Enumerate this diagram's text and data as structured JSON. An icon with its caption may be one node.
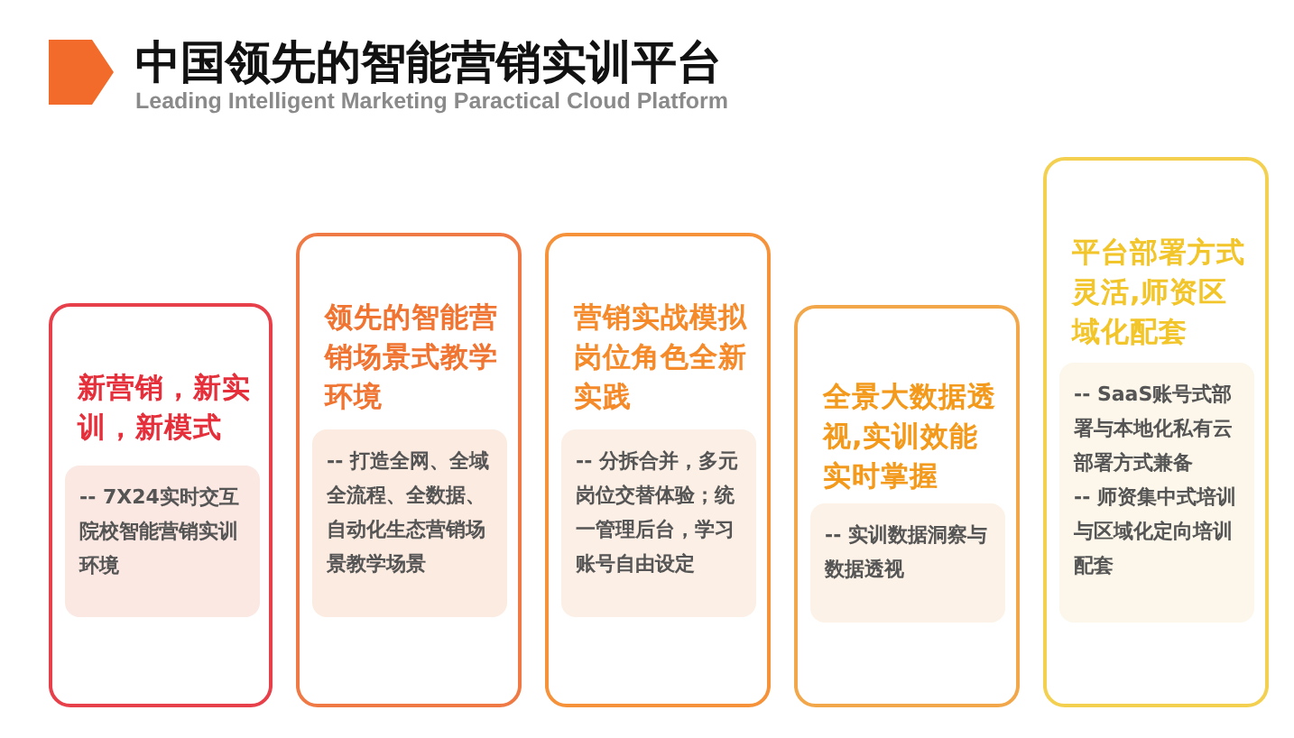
{
  "diagram": {
    "title": "中国领先的智能营销实训平台",
    "caption": "Leading Intelligent Marketing Paractical Cloud Platform",
    "nodes": [
      {
        "text": [
          "新营销，新实训，新模式"
        ]
      },
      {
        "text": [
          "-- 7X24实时交互院校智能营销实训环境"
        ],
        "in": 0
      },
      {
        "text": [
          "领先的智能营销场景式教学环境"
        ]
      },
      {
        "text": [
          "-- 打造全网、全域全流程、全数据、自动化生态营销场景教学场景"
        ],
        "in": 2
      },
      {
        "text": [
          "营销实战模拟岗位角色全新实践"
        ]
      },
      {
        "text": [
          "-- 分拆合并，多元岗位交替体验；统一管理后台，学习账号自由设定"
        ],
        "in": 4
      },
      {
        "text": [
          "全景大数据透视,实训效能实时掌握"
        ]
      },
      {
        "text": [
          "-- 实训数据洞察与数据透视"
        ],
        "in": 6
      },
      {
        "text": [
          "平台部署方式灵活,师资区域化配套"
        ]
      },
      {
        "text": [
          "-- SaaS账号式部署与本地化私有云部署方式兼备",
          "-- 师资集中式培训与区域化定向培训配套"
        ],
        "in": 8
      }
    ]
  }
}
